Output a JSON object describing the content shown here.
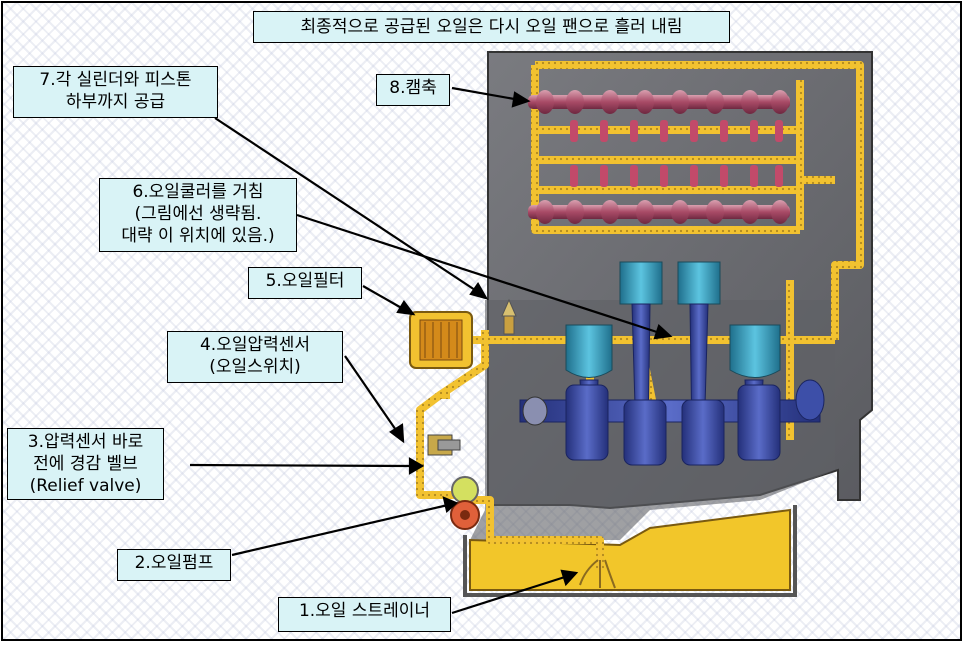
{
  "title": "최종적으로 공급된 오일은 다시 오일 팬으로 흘러 내림",
  "labels": {
    "l1": "1.오일 스트레이너",
    "l2": "2.오일펌프",
    "l3": "3.압력센서 바로\n전에 경감 벨브\n(Relief valve)",
    "l4": "4.오일압력센서\n(오일스위치)",
    "l5": "5.오일필터",
    "l6": "6.오일쿨러를 거침\n(그림에선 생략됨.\n대략 이 위치에 있음.)",
    "l7": "7.각 실린더와 피스톤\n하부까지 공급",
    "l8": "8.캠축"
  },
  "colors": {
    "label_bg": "#d9f3f6",
    "engine_block": "#6d6e74",
    "oil": "#f2c230",
    "camshaft": "#b0506a",
    "piston": "#3c9fc0",
    "crank": "#3d4fa8"
  }
}
